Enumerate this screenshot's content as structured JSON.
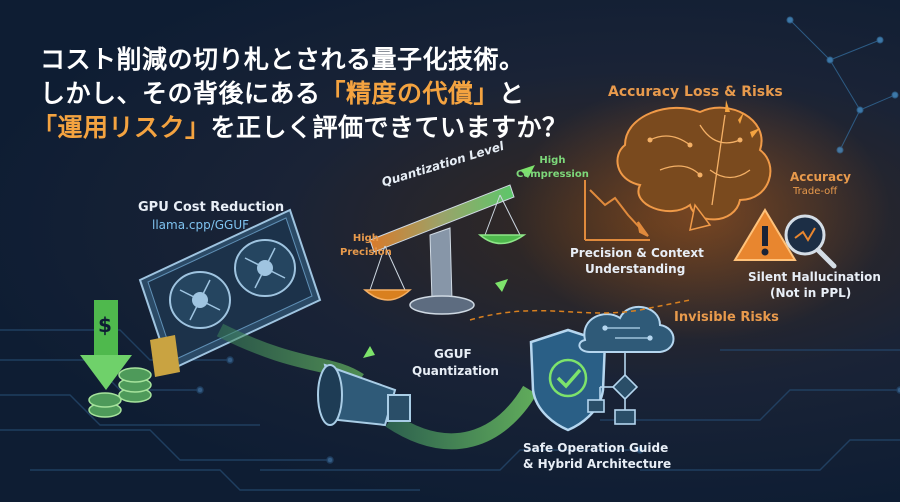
{
  "headline": {
    "line1": "コスト削減の切り札とされる量子化技術。",
    "line2_pre": "しかし、その背後にある",
    "line2_hl": "「精度の代償」",
    "line2_post": "と",
    "line3_hl": "「運用リスク」",
    "line3_post": "を正しく評価できていますか？"
  },
  "gpu": {
    "title": "GPU Cost Reduction",
    "subtitle": "llama.cpp/GGUF"
  },
  "scale": {
    "title": "Quantization Level",
    "left_label_1": "High",
    "left_label_2": "Precision",
    "right_label_1": "High",
    "right_label_2": "Compression"
  },
  "gguf": {
    "line1": "GGUF",
    "line2": "Quantization"
  },
  "risks": {
    "title": "Accuracy Loss & Risks",
    "precision_1": "Precision & Context",
    "precision_2": "Understanding",
    "accuracy": "Accuracy",
    "tradeoff": "Trade-off",
    "hallucination_1": "Silent Hallucination",
    "hallucination_2": "(Not in PPL)",
    "invisible": "Invisible Risks"
  },
  "safe": {
    "line1": "Safe Operation Guide",
    "line2": "& Hybrid Architecture"
  },
  "colors": {
    "orange": "#f4a340",
    "green": "#6fd16a",
    "blue": "#7fc3f0",
    "bg": "#0e1d33"
  },
  "icons": [
    "gpu-icon",
    "dollar-coins-icon",
    "down-arrow-icon",
    "balance-scale-icon",
    "funnel-icon",
    "brain-icon",
    "warning-icon",
    "magnifier-icon",
    "shield-check-icon",
    "cloud-icon",
    "flowchart-icon",
    "declining-chart-icon"
  ]
}
